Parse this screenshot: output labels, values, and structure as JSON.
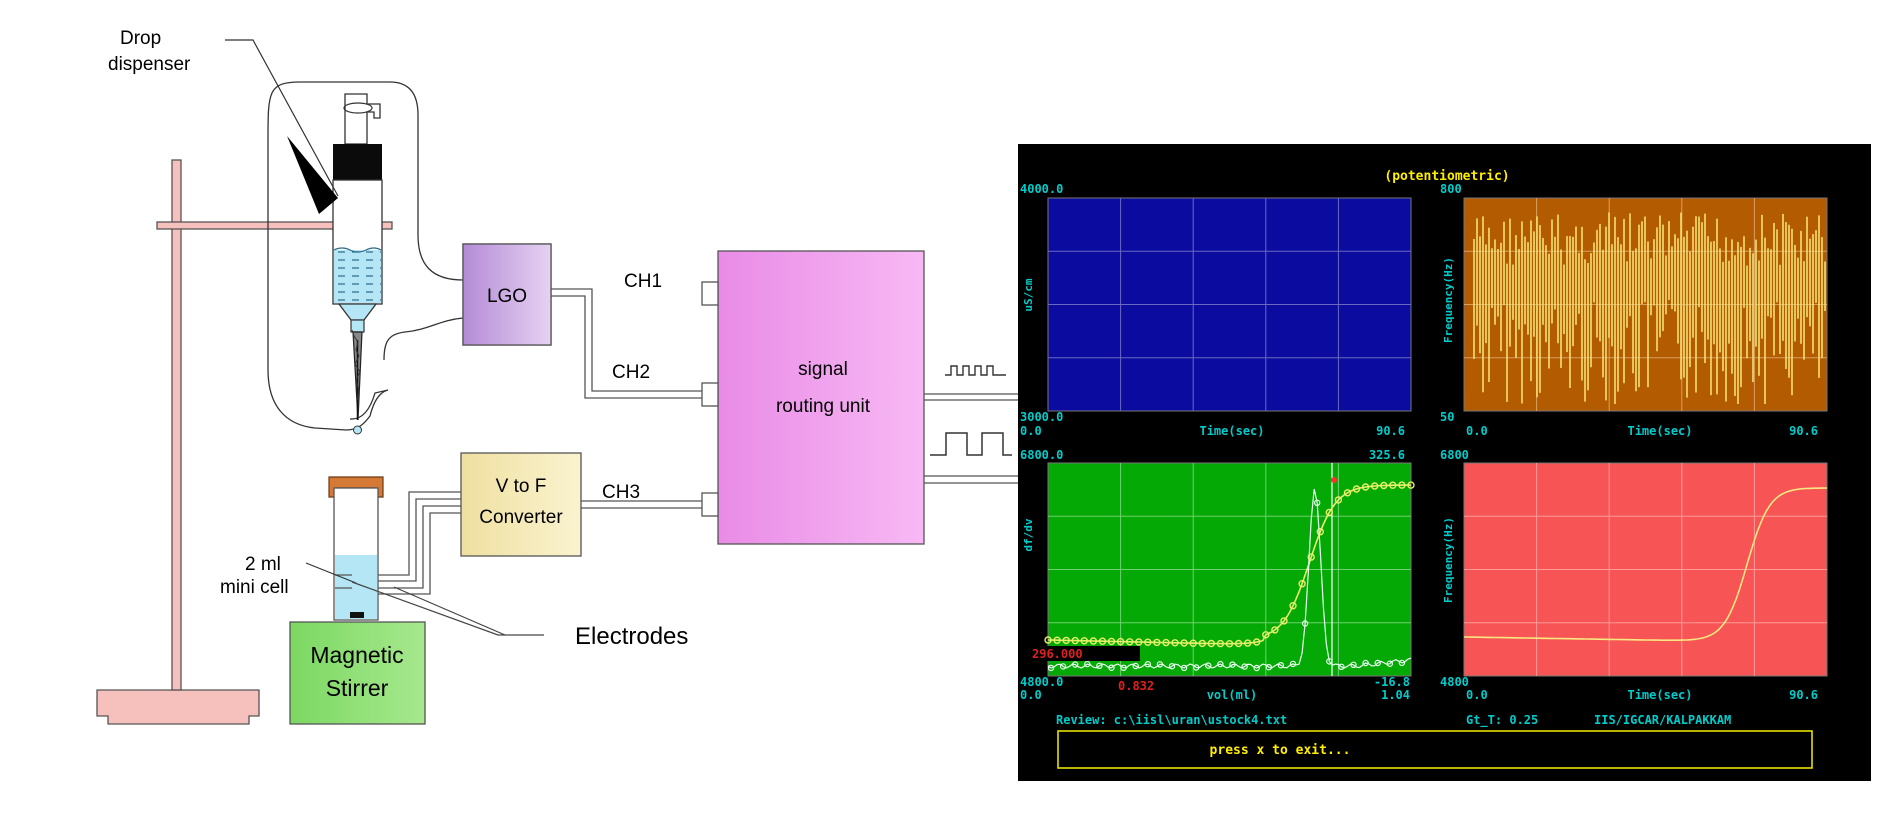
{
  "apparatus": {
    "drop_dispenser": [
      "Drop",
      "dispenser"
    ],
    "lgo": "LGO",
    "channels": [
      "CH1",
      "CH2",
      "CH3"
    ],
    "routing_unit": [
      "signal",
      "routing unit"
    ],
    "v_to_f": [
      "V to F",
      "Converter"
    ],
    "mini_cell": [
      "2 ml",
      "mini cell"
    ],
    "stirrer": [
      "Magnetic",
      "Stirrer"
    ],
    "electrodes": "Electrodes",
    "colors": {
      "lgo": "#c9a6e0",
      "routing": "#f29ff0",
      "converter": "#f5eab0",
      "stirrer": "#86dc6e",
      "stand": "#f6c0bc",
      "liquid": "#b4e6f5"
    }
  },
  "monitor": {
    "title": "(potentiometric)",
    "plot1": {
      "ytop": "4000.0",
      "ybottom": "3000.0",
      "ylabel": "uS/cm",
      "xmin": "0.0",
      "xlabel": "Time(sec)",
      "xmax": "90.6",
      "bg": "#0b0ba0"
    },
    "plot2": {
      "ytop": "800",
      "ybottom": "50",
      "ylabel": "Frequency(Hz)",
      "xmin": "0.0",
      "xlabel": "Time(sec)",
      "xmax": "90.6",
      "bg": "#b35b00"
    },
    "plot3": {
      "ytop": "6800.0",
      "ybottom": "4800.0",
      "right_top": "325.6",
      "right_bottom": "-16.8",
      "ylabel": "df/dv",
      "xmin": "0.0",
      "xlabel": "vol(ml)",
      "xmax": "1.04",
      "red_value": "296.000",
      "red_x": "0.832",
      "bg": "#05a905"
    },
    "plot4": {
      "ytop": "6800",
      "ybottom": "4800",
      "ylabel": "Frequency(Hz)",
      "xmin": "0.0",
      "xlabel": "Time(sec)",
      "xmax": "90.6",
      "bg": "#f75555"
    },
    "review": "Review: c:\\iisl\\uran\\ustock4.txt",
    "gt": "Gt_T: 0.25",
    "org": "IIS/IGCAR/KALPAKKAM",
    "prompt": "press x to exit..."
  }
}
